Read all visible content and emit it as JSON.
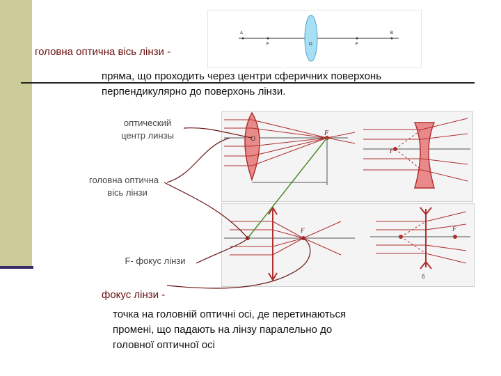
{
  "slide": {
    "heading": "головна оптична  вісь  лінзи -",
    "definition_axis_line1": "пряма, що проходить через центри сферичних поверхонь",
    "definition_axis_line2": "перпендикулярно до поверхонь лінзи.",
    "label_center_line1": "оптический",
    "label_center_line2": "центр линзы",
    "label_axis_line1": "головна оптична",
    "label_axis_line2": "вісь  лінзи",
    "label_focus": "F- фокус лінзи",
    "focus_heading": "фокус лінзи -",
    "definition_focus_line1": "точка на головній оптичні осі, де перетинаються",
    "definition_focus_line2": "промені, що падають на лінзу паралельно до",
    "definition_focus_line3": "головної оптичної осі"
  },
  "top_diagram": {
    "point_a": "A",
    "point_f_left": "F",
    "point_o": "O",
    "point_f_right": "F",
    "point_b": "B"
  },
  "diagram_labels": {
    "f_top_left": "F",
    "f_top_right": "F",
    "f_bottom_left": "F",
    "f_bottom_right": "F",
    "o_top": "O",
    "b_bottom": "б"
  },
  "colors": {
    "sidebar": "#cccc99",
    "accent_dark": "#3a2a66",
    "lens_red": "#c0392b",
    "ray_red": "#b03030",
    "pointer_line": "#6b1010",
    "green_line": "#4a8a2a"
  }
}
